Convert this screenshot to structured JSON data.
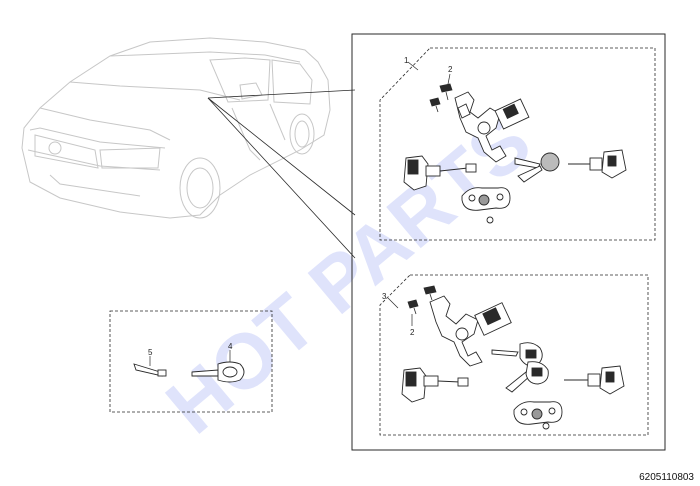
{
  "callouts": {
    "c1": "1",
    "c2a": "2",
    "c2b": "2",
    "c3": "3",
    "c4": "4",
    "c5": "5"
  },
  "watermark": "HOT PARTS",
  "document_number": "6205110803",
  "colors": {
    "line": "#2a2a2a",
    "car_line": "#c7c7c7",
    "watermark": "#dfe3fb"
  }
}
